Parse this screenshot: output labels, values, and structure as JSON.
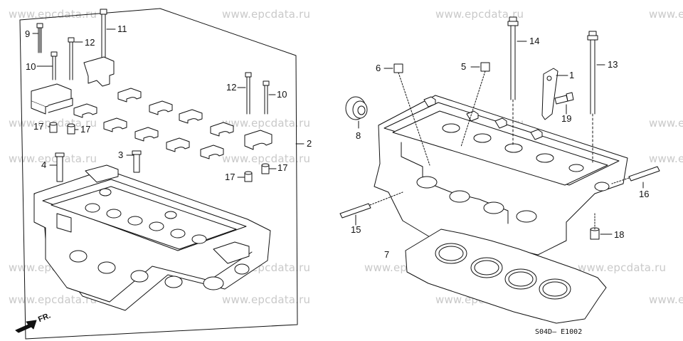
{
  "watermark": "www.epcdata.ru",
  "diagram_code": "S04D— E1002",
  "direction_label": "FR.",
  "callouts": {
    "c1": "1",
    "c2": "2",
    "c3": "3",
    "c4": "4",
    "c5": "5",
    "c6": "6",
    "c7": "7",
    "c8": "8",
    "c9": "9",
    "c10a": "10",
    "c10b": "10",
    "c11": "11",
    "c12a": "12",
    "c12b": "12",
    "c13": "13",
    "c14": "14",
    "c15": "15",
    "c16": "16",
    "c17a": "17",
    "c17b": "17",
    "c17c": "17",
    "c17d": "17",
    "c18": "18",
    "c19": "19"
  }
}
